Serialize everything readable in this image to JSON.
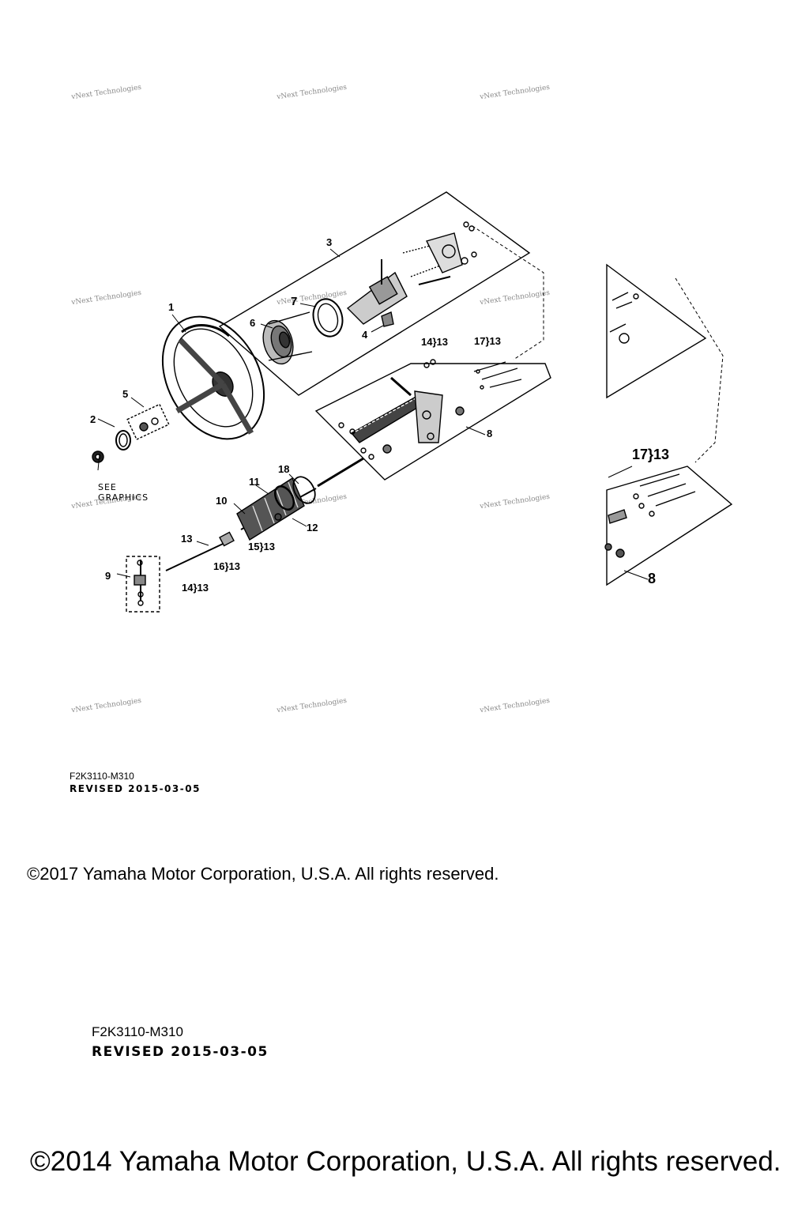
{
  "watermark": "vNext Technologies",
  "callouts": {
    "c1": "1",
    "c2": "2",
    "c3": "3",
    "c4": "4",
    "c5": "5",
    "c6": "6",
    "c7": "7",
    "c8": "8",
    "c9": "9",
    "c10": "10",
    "c11": "11",
    "c12": "12",
    "c13": "13",
    "c18": "18",
    "c14_13a": "14}13",
    "c17_13a": "17}13",
    "c15_13": "15}13",
    "c16_13": "16}13",
    "c14_13b": "14}13",
    "c17_13_zoom": "17}13",
    "c8_zoom": "8"
  },
  "see_graphics": {
    "line1": "SEE",
    "line2": "GRAPHICS"
  },
  "footer_small": {
    "code": "F2K3110-M310",
    "revised": "REVISED 2015-03-05",
    "copyright": "©2017 Yamaha Motor Corporation, U.S.A. All rights reserved."
  },
  "footer_large": {
    "code": "F2K3110-M310",
    "revised": "REVISED 2015-03-05",
    "copyright": "©2014 Yamaha Motor Corporation, U.S.A. All rights reserved."
  }
}
